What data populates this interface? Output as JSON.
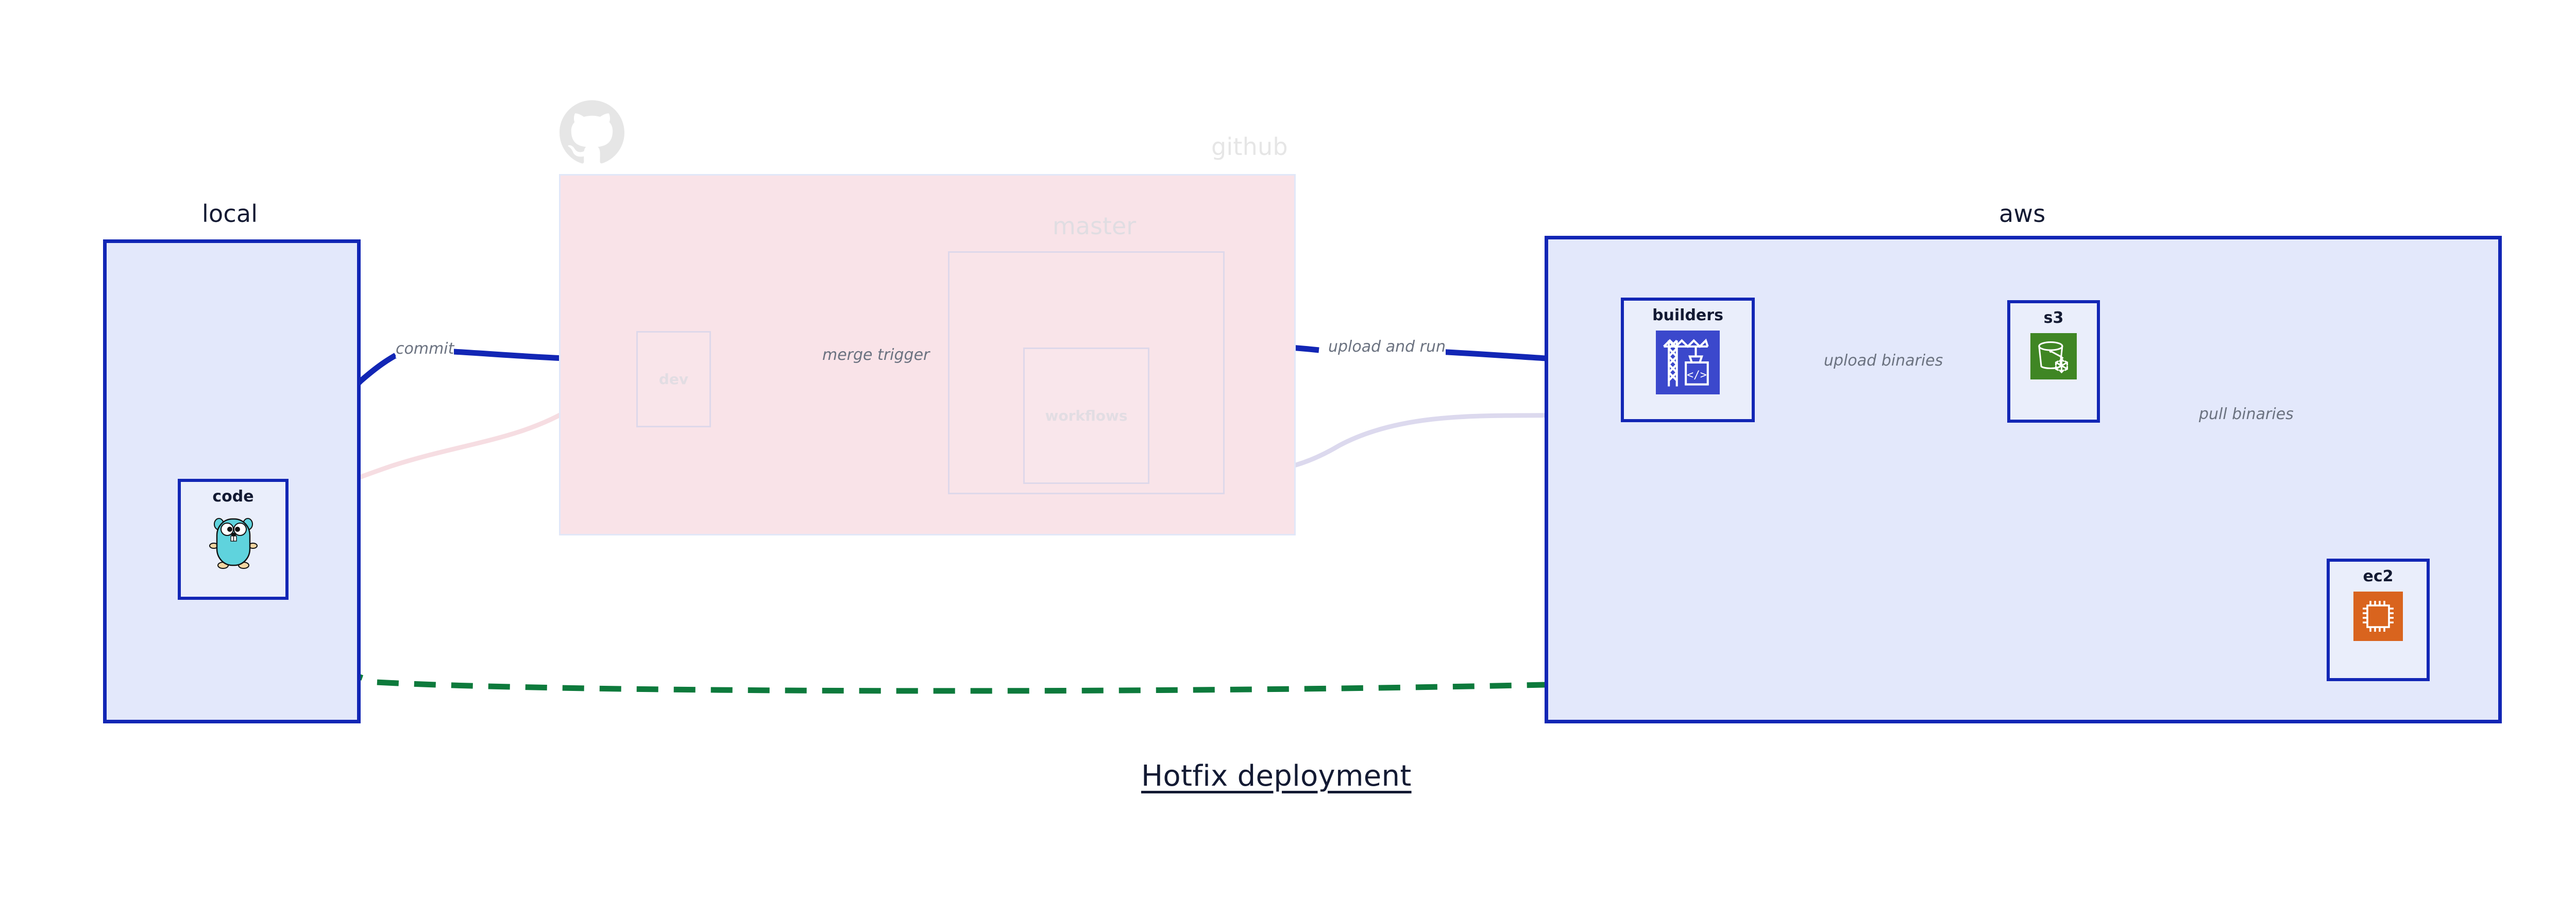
{
  "title": "Hotfix deployment",
  "clusters": [
    {
      "id": "local",
      "label": "local"
    },
    {
      "id": "github",
      "label": "github"
    },
    {
      "id": "aws",
      "label": "aws"
    }
  ],
  "subclusters": [
    {
      "id": "master",
      "label": "master",
      "parent": "github"
    }
  ],
  "nodes": [
    {
      "id": "code",
      "label": "code",
      "cluster": "local",
      "icon": "go-gopher-icon",
      "state": "active"
    },
    {
      "id": "dev",
      "label": "dev",
      "cluster": "github",
      "icon": "none",
      "state": "dimmed"
    },
    {
      "id": "workflows",
      "label": "workflows",
      "cluster": "master",
      "icon": "none",
      "state": "dimmed"
    },
    {
      "id": "builders",
      "label": "builders",
      "cluster": "aws",
      "icon": "aws-codebuild-icon",
      "state": "active"
    },
    {
      "id": "s3",
      "label": "s3",
      "cluster": "aws",
      "icon": "aws-s3-glacier-icon",
      "state": "active"
    },
    {
      "id": "ec2",
      "label": "ec2",
      "cluster": "aws",
      "icon": "aws-ec2-icon",
      "state": "active"
    }
  ],
  "edges": [
    {
      "from": "code",
      "to": "dev",
      "label": "commit",
      "style": "solid-blue"
    },
    {
      "from": "dev",
      "to": "workflows",
      "label": "merge trigger",
      "style": "solid-blue"
    },
    {
      "from": "workflows",
      "to": "builders",
      "label": "upload and run",
      "style": "solid-blue"
    },
    {
      "from": "builders",
      "to": "s3",
      "label": "upload binaries",
      "style": "solid-blue"
    },
    {
      "from": "s3",
      "to": "ec2",
      "label": "pull binaries",
      "style": "solid-blue"
    },
    {
      "from": "code",
      "to": "ec2",
      "label": "",
      "style": "dashed-green"
    },
    {
      "from": "code",
      "to": "dev",
      "label": "",
      "style": "faded-pink"
    },
    {
      "from": "dev",
      "to": "workflows",
      "label": "",
      "style": "faded-lavender"
    },
    {
      "from": "workflows",
      "to": "builders",
      "label": "",
      "style": "faded-lavender"
    }
  ],
  "edge_labels": {
    "commit": "commit",
    "merge_trigger": "merge trigger",
    "upload_and_run": "upload and run",
    "upload_binaries": "upload binaries",
    "pull_binaries": "pull binaries"
  },
  "icons": {
    "github_logo": "github-octocat-icon",
    "code": "go-gopher-icon",
    "builders": "aws-codebuild-icon",
    "s3": "aws-s3-glacier-icon",
    "ec2": "aws-ec2-icon"
  },
  "colors": {
    "cluster_border_blue": "#1226b5",
    "cluster_fill_blue": "#e3e8fb",
    "cluster_fill_pink": "#f9e3e8",
    "node_fill": "#eaeefb",
    "edge_blue": "#1226b5",
    "edge_green": "#0d7a3c",
    "text_dark": "#131a33",
    "text_label_gray": "#6b7280",
    "dim_gray": "#e6e6e6",
    "aws_codebuild_bg": "#3b48cc",
    "aws_s3_bg": "#3f8624",
    "aws_ec2_bg": "#d9641e",
    "gopher_body": "#5fd3dd"
  }
}
